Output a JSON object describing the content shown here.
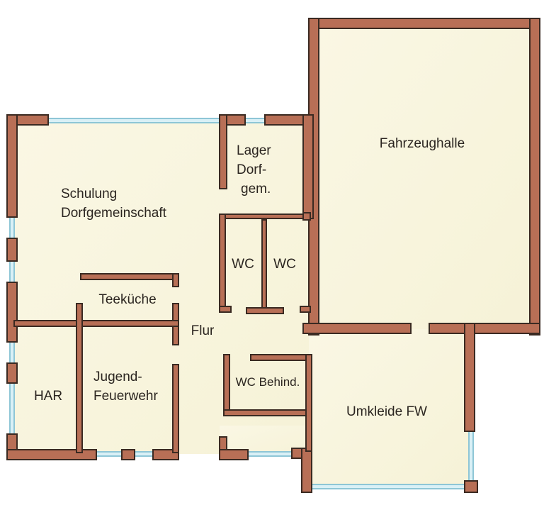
{
  "rooms": {
    "schulung": [
      "Schulung",
      "Dorfgemeinschaft"
    ],
    "lager": [
      "Lager",
      "Dorf-",
      "gem."
    ],
    "wc1": [
      "WC"
    ],
    "wc2": [
      "WC"
    ],
    "teekueche": [
      "Teeküche"
    ],
    "flur": [
      "Flur"
    ],
    "har": [
      "HAR"
    ],
    "jugend": [
      "Jugend-",
      "Feuerwehr"
    ],
    "wc_behind": [
      "WC Behind."
    ],
    "umkleide": [
      "Umkleide FW"
    ],
    "fahrzeughalle": [
      "Fahrzeughalle"
    ]
  },
  "colors": {
    "floor": "#f8f5df",
    "wall": "#b86f56",
    "wall_outline": "#3a2a22",
    "window": "#5aaac2"
  }
}
